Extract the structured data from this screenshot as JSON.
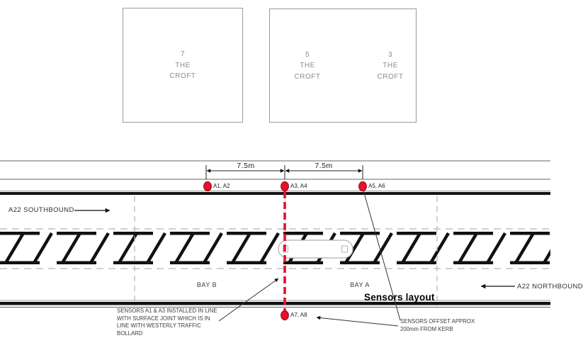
{
  "title": "Sensors layout",
  "buildings": [
    {
      "label": "7\nTHE\nCROFT"
    },
    {
      "label": "5\nTHE\nCROFT"
    },
    {
      "label": "3\nTHE\nCROFT"
    }
  ],
  "dimensions": {
    "left_span": "7.5m",
    "right_span": "7.5m"
  },
  "sensors": [
    {
      "label": "A1, A2"
    },
    {
      "label": "A3, A4"
    },
    {
      "label": "A5, A6"
    },
    {
      "label": "A7, A8"
    }
  ],
  "road": {
    "southbound_label": "A22 SOUTHBOUND",
    "northbound_label": "A22 NORTHBOUND",
    "bay_b": "BAY B",
    "bay_a": "BAY A"
  },
  "annotations": {
    "surface_joint": "SENSORS A1 & A3 INSTALLED IN LINE\nWITH SURFACE JOINT WHICH IS IN\nLINE WITH WESTERLY TRAFFIC\nBOLLARD",
    "kerb_offset": "SENSORS OFFSET APPROX\n200mm FROM KERB"
  },
  "colors": {
    "sensor_red": "#e8112d",
    "line_black": "#111111",
    "dash_gray": "#b3b3b3",
    "text_gray": "#3d3d3d"
  }
}
